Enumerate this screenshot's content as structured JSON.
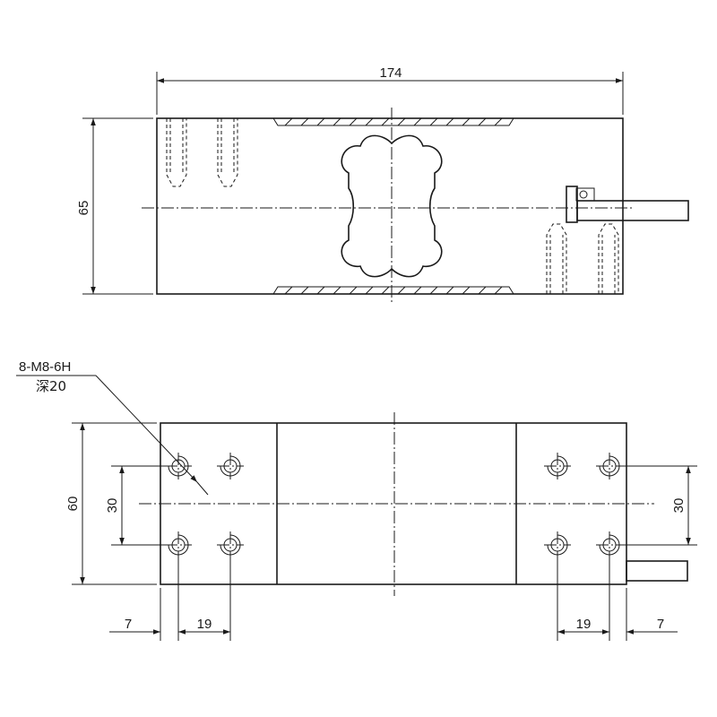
{
  "top_view": {
    "length_dim": "174",
    "height_dim": "65"
  },
  "bottom_view": {
    "width_dim": "60",
    "left_spacing_dim": "30",
    "right_spacing_dim": "30",
    "left_edge_dim": "7",
    "left_pitch_dim": "19",
    "right_pitch_dim": "19",
    "right_edge_dim": "7",
    "thread_note_line1": "8-M8-6H",
    "thread_note_line2": "深20"
  }
}
